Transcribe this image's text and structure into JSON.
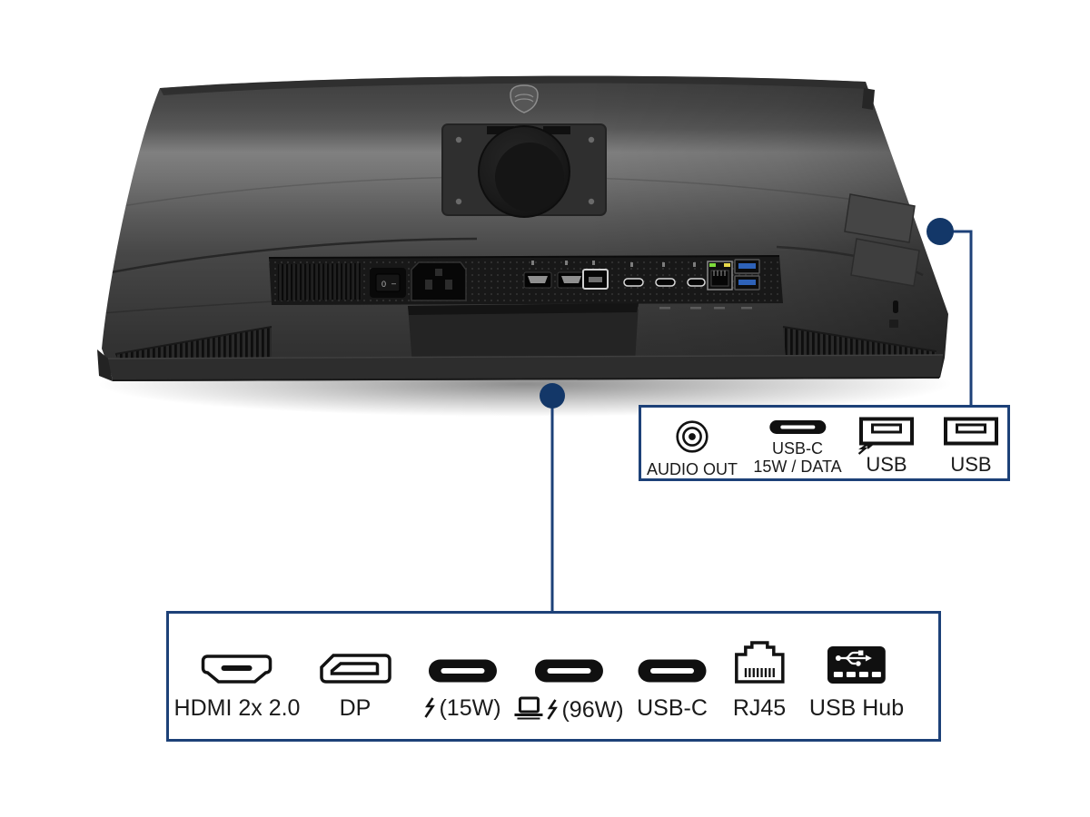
{
  "colors": {
    "background": "#ffffff",
    "callout_line_blue": "#1d4178",
    "callout_dot_blue": "#133768",
    "label_text": "#1b1b1b",
    "monitor_body_gray": "#4a4a4a",
    "port_strip_black": "#181818",
    "usb_port_blue": "#2e62b8",
    "ethernet_led_green": "#7ddc3a",
    "ethernet_led_yellow": "#e6d84a"
  },
  "monitor": {
    "description": "rear view of monitor",
    "brand_logo_icon": "philips-shield-logo",
    "power_switch": {
      "off_label": "0",
      "on_label": "–"
    }
  },
  "callouts": {
    "side_box": {
      "items": [
        {
          "icon": "audio-out-port-icon",
          "label": "AUDIO OUT"
        },
        {
          "icon": "usb-c-port-icon",
          "label_line1": "USB-C",
          "label_line2": "15W / DATA"
        },
        {
          "icon": "usb-a-port-icon",
          "badge_icon": "fast-charge-lightning-icon",
          "label": "USB"
        },
        {
          "icon": "usb-a-port-icon",
          "label": "USB"
        }
      ]
    },
    "bottom_box": {
      "items": [
        {
          "icon": "hdmi-port-icon",
          "label": "HDMI 2x 2.0"
        },
        {
          "icon": "displayport-port-icon",
          "label": "DP"
        },
        {
          "icon": "usb-c-port-icon",
          "prefix_icons": [
            "lightning-icon"
          ],
          "label": "(15W)"
        },
        {
          "icon": "usb-c-port-icon",
          "prefix_icons": [
            "laptop-icon",
            "lightning-icon"
          ],
          "label": "(96W)"
        },
        {
          "icon": "usb-c-port-icon",
          "label": "USB-C"
        },
        {
          "icon": "rj45-port-icon",
          "label": "RJ45"
        },
        {
          "icon": "usb-hub-icon",
          "label": "USB Hub"
        }
      ]
    }
  }
}
